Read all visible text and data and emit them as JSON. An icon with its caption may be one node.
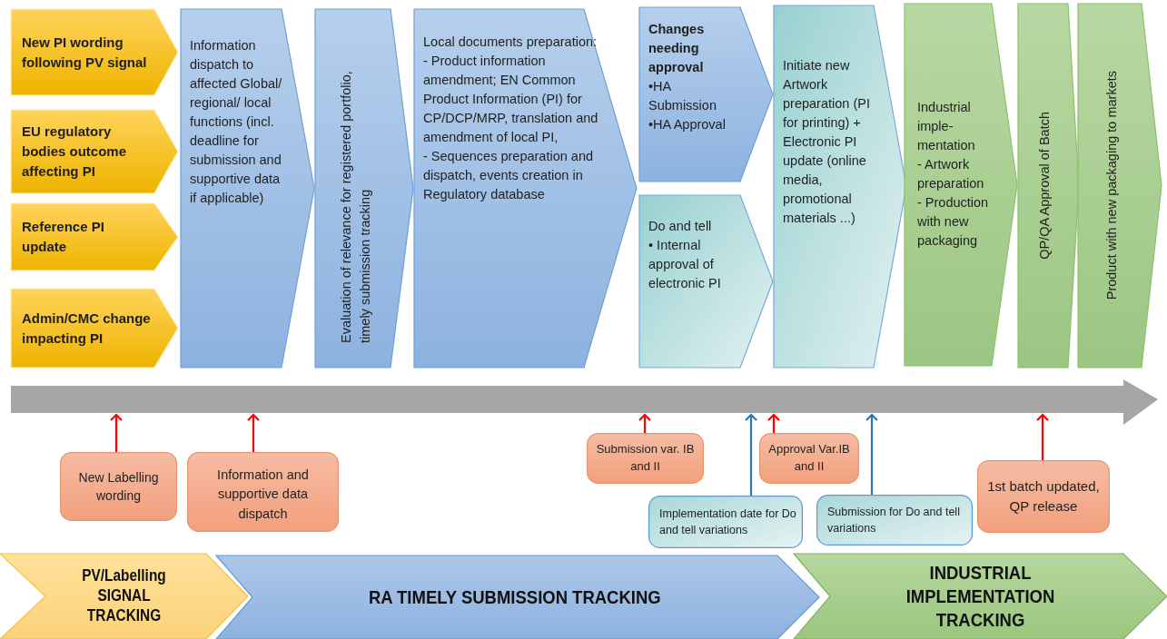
{
  "diagram": {
    "nodes": [
      {
        "text": [
          "New PI wording following PV signal"
        ]
      },
      {
        "text": [
          "EU regulatory bodies outcome affecting PI"
        ]
      },
      {
        "text": [
          "Reference PI update"
        ]
      },
      {
        "text": [
          "Admin/CMC change impacting PI"
        ]
      },
      {
        "text": [
          "Information dispatch to affected Global/ regional/ local functions (incl. deadline for submission and supportive data if applicable)"
        ]
      },
      {
        "text": [
          "Evaluation of relevance for registered portfolio, timely submission tracking"
        ]
      },
      {
        "text": [
          "Local documents preparation:",
          "- Product information amendment; EN Common Product Information (PI) for CP/DCP/MRP, translation and amendment of local PI,",
          "- Sequences preparation and dispatch, events creation in Regulatory database"
        ]
      },
      {
        "text": [
          "Changes needing approval",
          "•HA Submission",
          "•HA Approval"
        ]
      },
      {
        "text": [
          "Do and tell",
          "• Internal approval of electronic PI"
        ]
      },
      {
        "text": [
          "Initiate new Artwork preparation (PI for printing) + Electronic PI update (online media, promotional materials ...)"
        ]
      },
      {
        "text": [
          "Industrial imple-mentation",
          "- Artwork preparation",
          "- Production with new packaging"
        ]
      },
      {
        "text": [
          "QP/QA Approval of Batch"
        ]
      },
      {
        "text": [
          "Product with new packaging to markets"
        ]
      },
      {
        "text": [],
        "shape": "arrow"
      },
      {
        "text": [
          "New Labelling wording"
        ]
      },
      {
        "text": [
          "Information and supportive data dispatch"
        ]
      },
      {
        "text": [
          "Submission var. IB and II"
        ]
      },
      {
        "text": [
          "Approval Var.IB and II"
        ]
      },
      {
        "text": [
          "Implementation date for Do and tell variations"
        ]
      },
      {
        "text": [
          "Submission for Do and tell variations"
        ]
      },
      {
        "text": [
          "1st batch updated, QP release"
        ]
      },
      {
        "text": [
          "PV/Labelling SIGNAL TRACKING"
        ]
      },
      {
        "text": [
          "RA  TIMELY SUBMISSION TRACKING"
        ]
      },
      {
        "text": [
          "INDUSTRIAL IMPLEMENTATION TRACKING"
        ]
      }
    ],
    "edges": [
      {
        "from": 14,
        "to": 13,
        "arrow": "to"
      },
      {
        "from": 15,
        "to": 13,
        "arrow": "to"
      },
      {
        "from": 16,
        "to": 13,
        "arrow": "to"
      },
      {
        "from": 18,
        "to": 13,
        "arrow": "to",
        "color": "#2e75b6"
      },
      {
        "from": 17,
        "to": 13,
        "arrow": "to"
      },
      {
        "from": 19,
        "to": 13,
        "arrow": "to",
        "color": "#2e75b6"
      },
      {
        "from": 20,
        "to": 13,
        "arrow": "to"
      }
    ]
  }
}
